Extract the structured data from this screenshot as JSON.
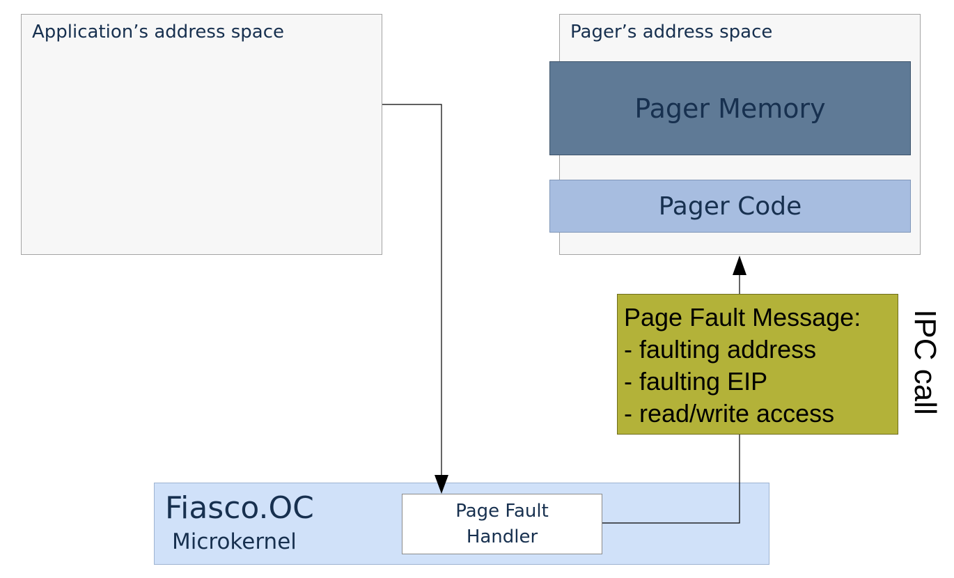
{
  "app_space": {
    "title": "Application’s address space"
  },
  "pager_space": {
    "title": "Pager’s address space",
    "memory_label": "Pager Memory",
    "code_label": "Pager Code"
  },
  "page_fault_message": {
    "lines": [
      "Page Fault Message:",
      "- faulting address",
      "- faulting EIP",
      "- read/write access"
    ]
  },
  "ipc_label": "IPC call",
  "microkernel": {
    "name": "Fiasco.OC",
    "subtitle": "Microkernel",
    "handler_lines": [
      "Page Fault",
      "Handler"
    ]
  },
  "colors": {
    "pager_memory": "#5f7a96",
    "pager_code": "#a7bde0",
    "message_box": "#b3b239",
    "microkernel": "#d0e1f9",
    "text_navy": "#17304f"
  }
}
